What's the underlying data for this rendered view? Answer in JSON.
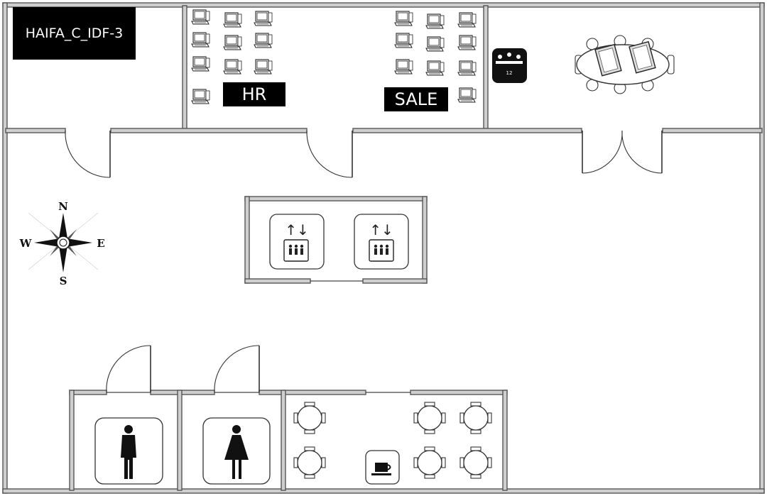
{
  "labels": {
    "idf": "HAIFA_C_IDF-3",
    "hr": "HR",
    "sale": "SALE"
  },
  "conference": {
    "seats_badge": "12"
  },
  "compass": {
    "north": "N",
    "south": "S",
    "east": "E",
    "west": "W"
  },
  "icons": {
    "elevator_arrows": "↑↓",
    "computer": "desktop-computer-icon",
    "men": "men-restroom-icon",
    "women": "women-restroom-icon",
    "coffee": "coffee-cup-icon",
    "meeting": "meeting-room-icon"
  },
  "colors": {
    "wall_fill": "#cfcfcf",
    "label_bg": "#000000",
    "label_fg": "#ffffff"
  }
}
